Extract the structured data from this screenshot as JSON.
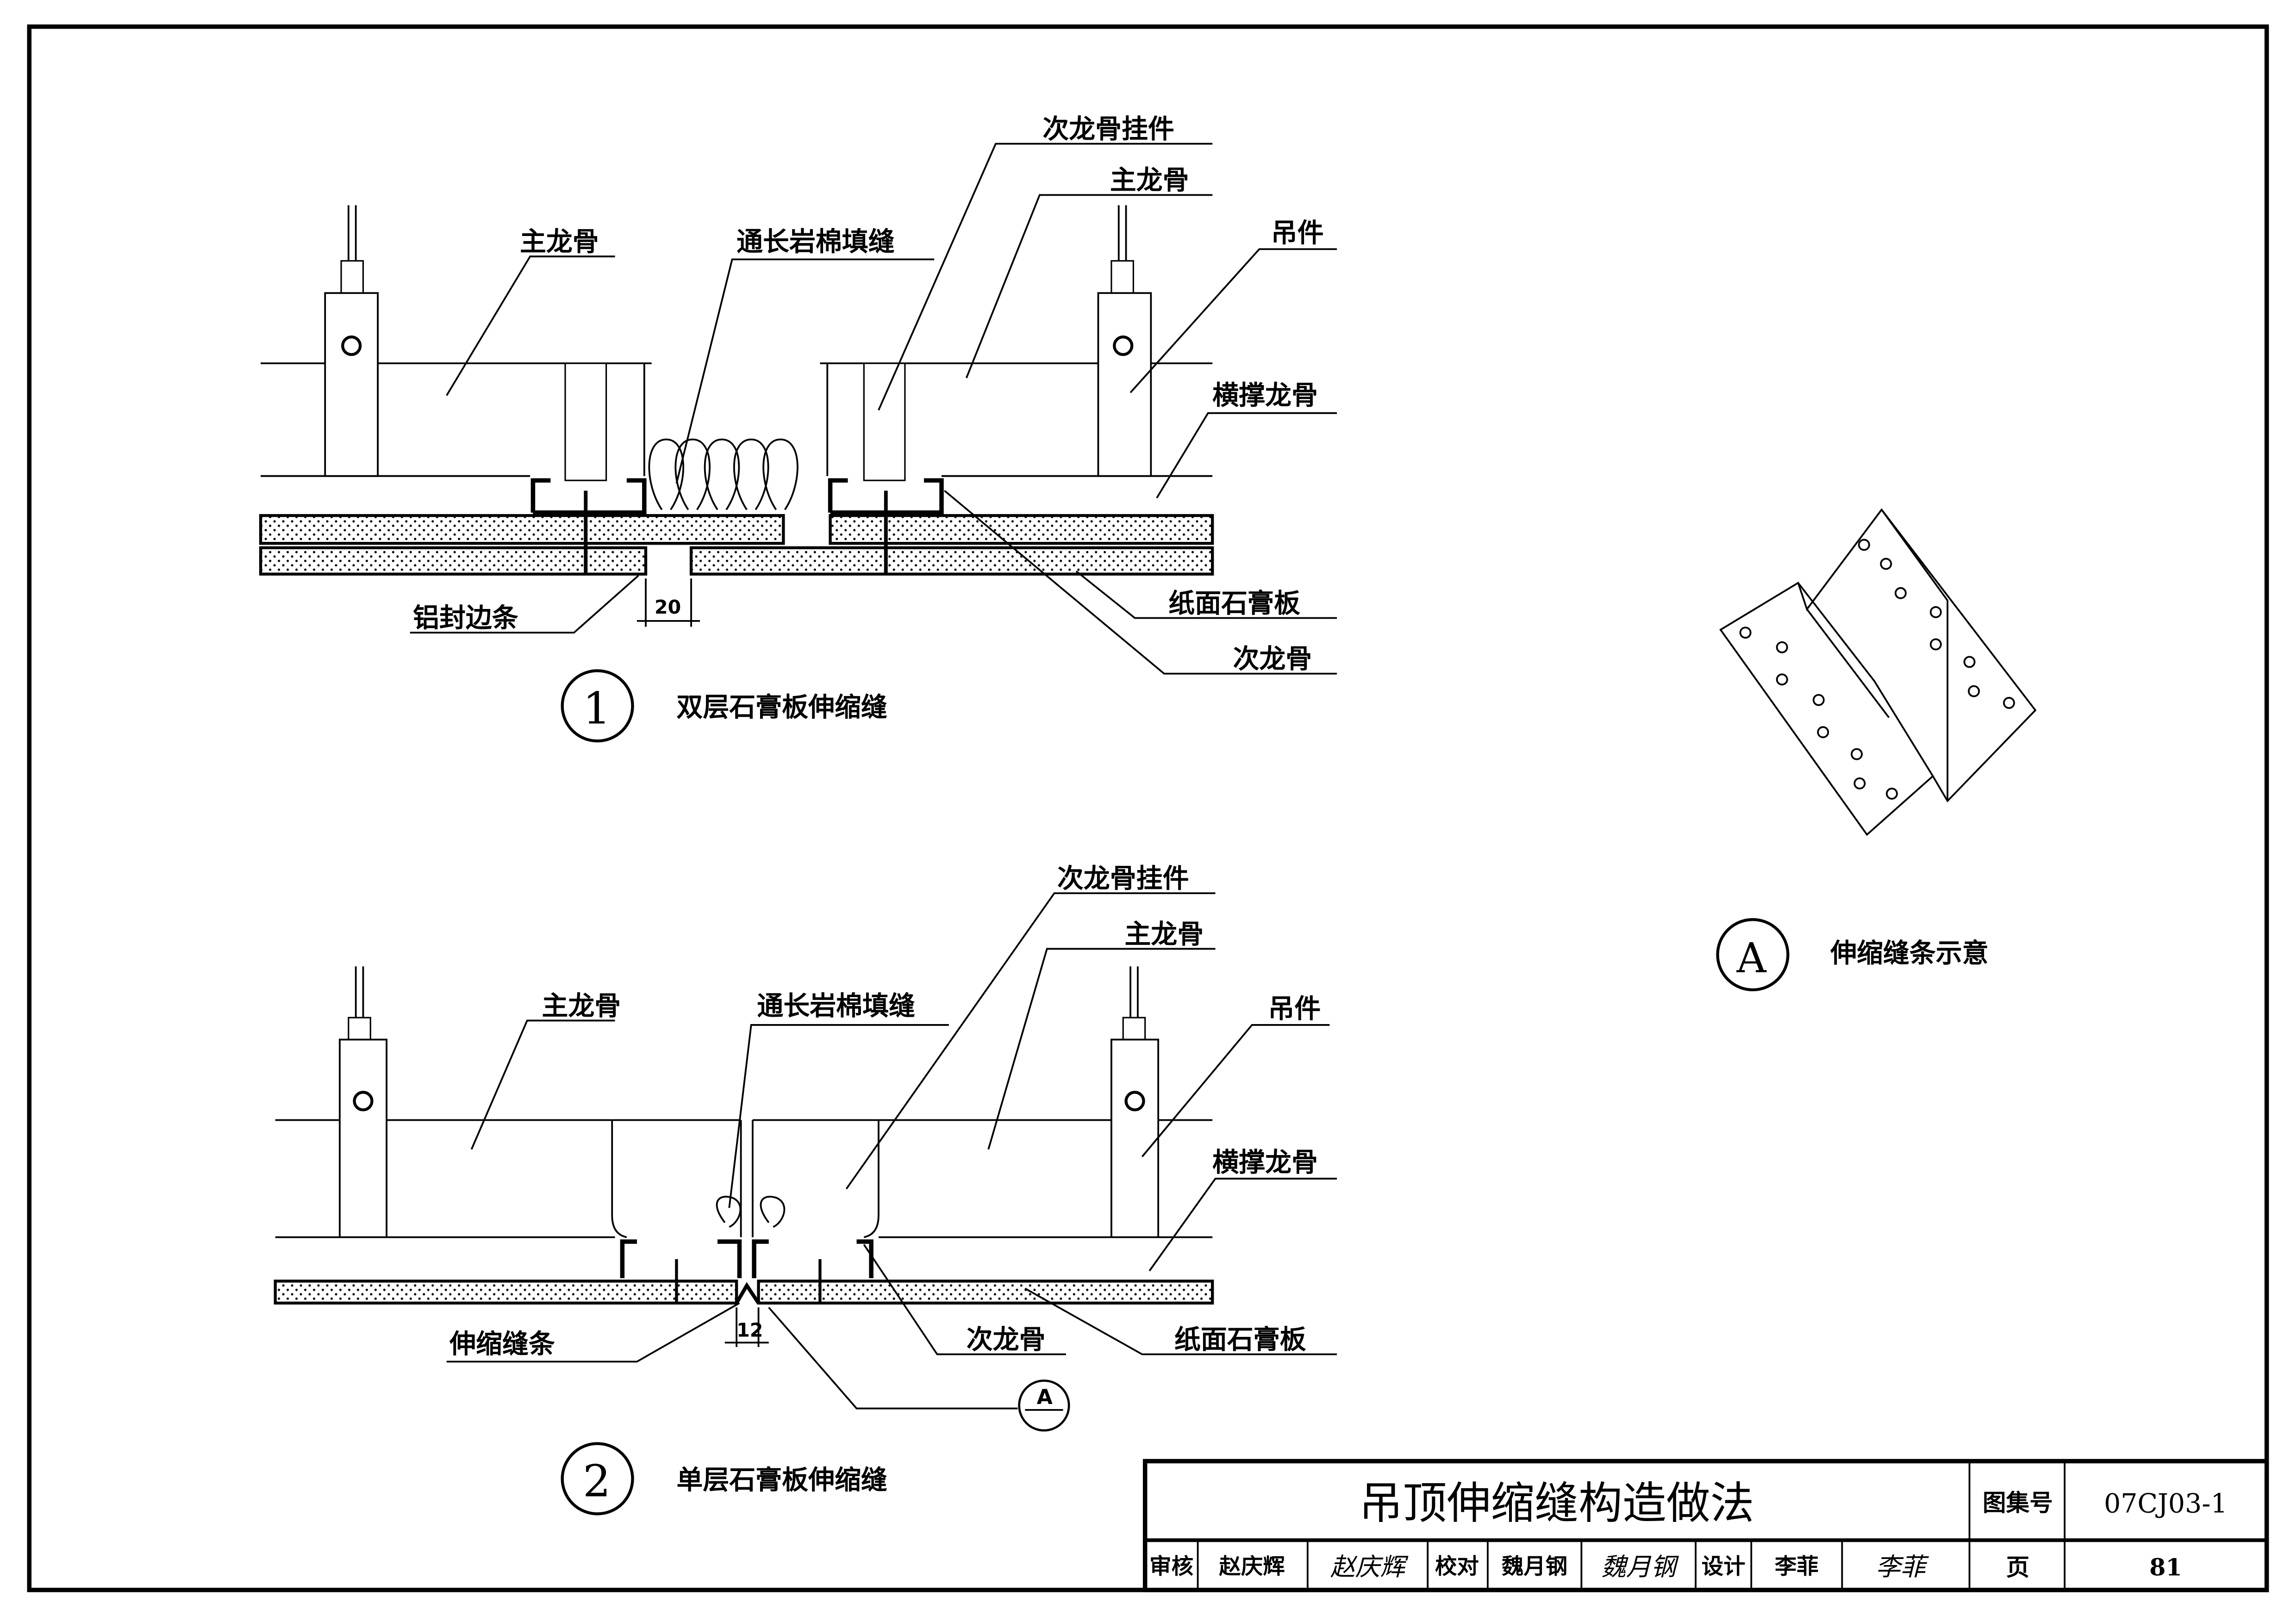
{
  "detail_1": {
    "number": "1",
    "caption": "双层石膏板伸缩缝",
    "labels": {
      "secondary_hanger": "次龙骨挂件",
      "main_right": "主龙骨",
      "main_left": "主龙骨",
      "rock_wool": "通长岩棉填缝",
      "hanger": "吊件",
      "cross_brace": "横撑龙骨",
      "aluminum_trim": "铝封边条",
      "gypsum_board": "纸面石膏板",
      "secondary_joist": "次龙骨"
    },
    "dimension": "20"
  },
  "detail_2": {
    "number": "2",
    "caption": "单层石膏板伸缩缝",
    "labels": {
      "secondary_hanger": "次龙骨挂件",
      "main_right": "主龙骨",
      "main_left": "主龙骨",
      "rock_wool": "通长岩棉填缝",
      "hanger": "吊件",
      "cross_brace": "横撑龙骨",
      "expansion_strip": "伸缩缝条",
      "secondary_joist": "次龙骨",
      "gypsum_board": "纸面石膏板"
    },
    "dimension": "12",
    "callout": "A"
  },
  "detail_a": {
    "letter": "A",
    "caption": "伸缩缝条示意"
  },
  "title_block": {
    "title": "吊顶伸缩缝构造做法",
    "atlas_label": "图集号",
    "atlas_no": "07CJ03-1",
    "page_label": "页",
    "page_no": "81",
    "review_label": "审核",
    "reviewer": "赵庆辉",
    "reviewer_sign": "赵庆辉",
    "check_label": "校对",
    "checker": "魏月钢",
    "checker_sign": "魏月钢",
    "design_label": "设计",
    "designer": "李菲",
    "designer_sign": "李菲"
  }
}
